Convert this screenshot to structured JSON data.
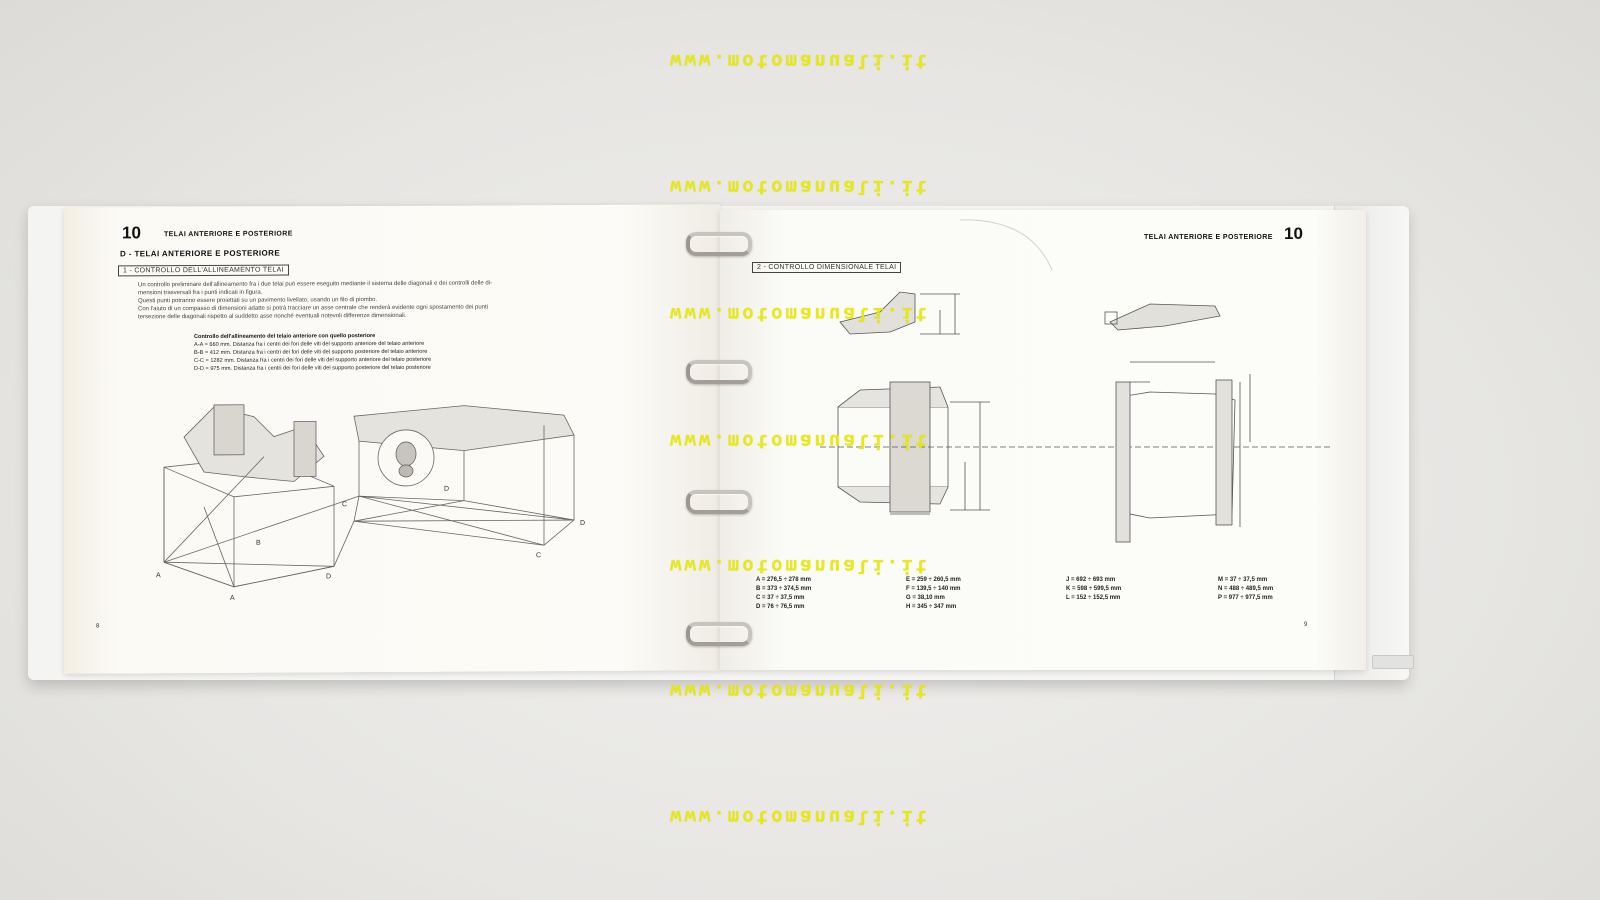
{
  "left_page": {
    "page_number": "10",
    "running_title": "TELAI ANTERIORE E POSTERIORE",
    "section_heading": "D - TELAI ANTERIORE E POSTERIORE",
    "boxed_heading": "1 - CONTROLLO DELL'ALLINEAMENTO TELAI",
    "paragraph": [
      "Un controllo preliminare dell'allineamento fra i due telai può essere eseguito mediante il sistema delle diagonali e dei controlli delle di-",
      "mensioni trasversali fra i punti indicati in figura.",
      "Questi punti potranno essere proiettati su un pavimento livellato, usando un filo di piombo.",
      "Con l'aiuto di un compasso di dimensioni adatte si potrà tracciare un asse centrale che renderà evidente ogni spostamento dei punti",
      "tersezione delle diagonali rispetto al suddetto asse nonché eventuali notevoli differenze dimensionali."
    ],
    "measurements_heading": "Controllo dell'allineamento del telaio anteriore con quello posteriore",
    "measurements": [
      "A-A  =   660 mm.  Distanza fra i centri dei fori delle viti del supporto anteriore del telaio anteriore",
      "B-B  =   412 mm.  Distanza fra i centri dei fori delle viti del supporto posteriore del telaio anteriore",
      "C-C  =  1282 mm.  Distanza fra i centri dei fori delle viti del supporto anteriore del telaio posteriore",
      "D-D  =   975 mm.  Distanza fra i centri dei fori delle viti del supporto posteriore del telaio posteriore"
    ],
    "figure_labels": [
      "A",
      "A",
      "B",
      "D",
      "C",
      "D",
      "C",
      "D"
    ],
    "folio": "8"
  },
  "right_page": {
    "page_number": "10",
    "running_title": "TELAI ANTERIORE E POSTERIORE",
    "boxed_heading": "2 - CONTROLLO DIMENSIONALE TELAI",
    "specs": {
      "col1": [
        "A  =  276,5 ÷ 278    mm",
        "B  =  373    ÷ 374,5  mm",
        "C  =   37    ÷  37,5  mm",
        "D  =   76    ÷  76,5  mm"
      ],
      "col2": [
        "E  =  259       ÷ 260,5  mm",
        "F  =  139,5   ÷ 140     mm",
        "G  =   38,10            mm",
        "H  =  345       ÷ 347     mm"
      ],
      "col3": [
        "J  =  692 ÷ 693      mm",
        "K  =  598 ÷ 599,5  mm",
        "L  =  152 ÷ 152,5  mm"
      ],
      "col4": [
        "M  =   37  ÷  37,5  mm",
        "N  =  488 ÷ 489,5  mm",
        "P  =  977 ÷ 977,5  mm"
      ]
    },
    "folio": "9"
  },
  "watermark": {
    "text": "www.motomanuali.it",
    "color": "#e8e900",
    "count": 7
  }
}
